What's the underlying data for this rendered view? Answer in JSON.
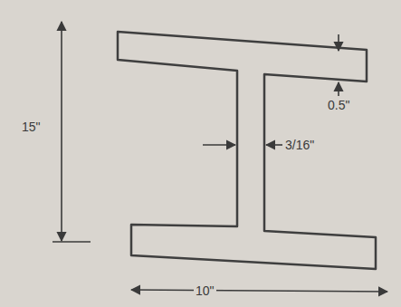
{
  "diagram": {
    "labels": [
      "15\"",
      "0.5\"",
      "3/16\"",
      "10\""
    ]
  }
}
